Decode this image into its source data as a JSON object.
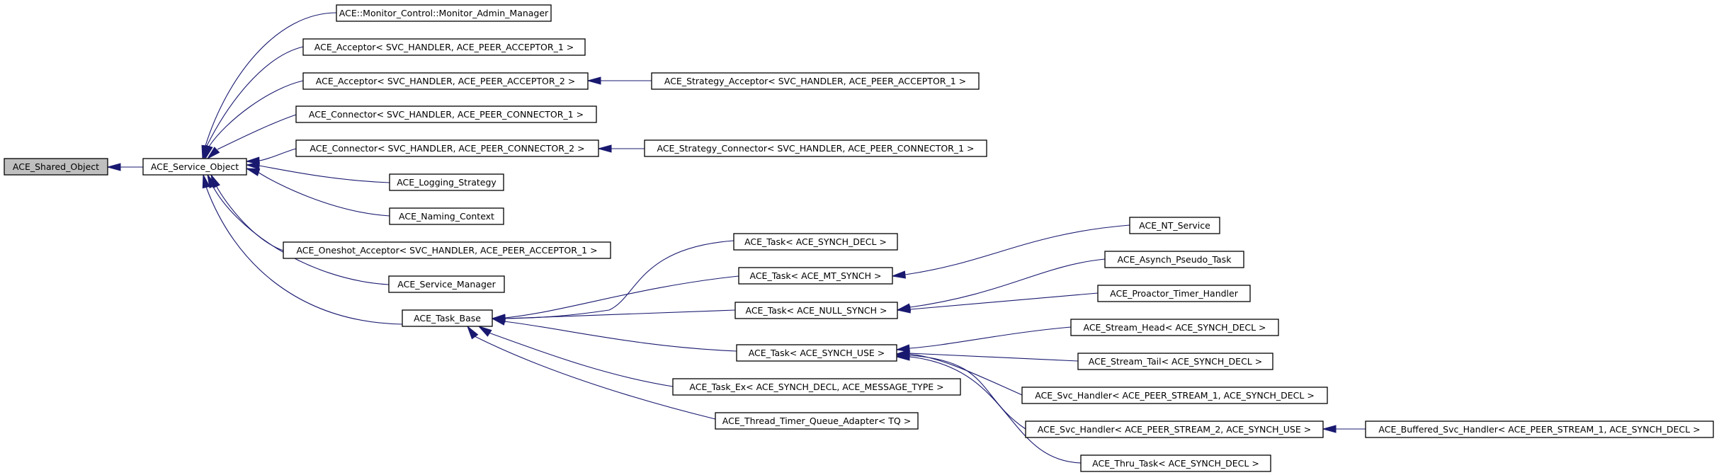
{
  "diagram": {
    "kind": "class-inheritance-graph",
    "colors": {
      "edge": "#191970",
      "node_fill": "#ffffff",
      "root_fill": "#bfbfbf",
      "border": "#000000"
    },
    "nodes": [
      {
        "id": "shared_object",
        "label": "ACE_Shared_Object",
        "highlighted": true
      },
      {
        "id": "service_object",
        "label": "ACE_Service_Object"
      },
      {
        "id": "monitor_admin_manager",
        "label": "ACE::Monitor_Control::Monitor_Admin_Manager"
      },
      {
        "id": "acceptor_1",
        "label": "ACE_Acceptor< SVC_HANDLER, ACE_PEER_ACCEPTOR_1 >"
      },
      {
        "id": "acceptor_2",
        "label": "ACE_Acceptor< SVC_HANDLER, ACE_PEER_ACCEPTOR_2 >"
      },
      {
        "id": "strategy_acceptor",
        "label": "ACE_Strategy_Acceptor< SVC_HANDLER, ACE_PEER_ACCEPTOR_1 >"
      },
      {
        "id": "connector_1",
        "label": "ACE_Connector< SVC_HANDLER, ACE_PEER_CONNECTOR_1 >"
      },
      {
        "id": "connector_2",
        "label": "ACE_Connector< SVC_HANDLER, ACE_PEER_CONNECTOR_2 >"
      },
      {
        "id": "strategy_connector",
        "label": "ACE_Strategy_Connector< SVC_HANDLER, ACE_PEER_CONNECTOR_1 >"
      },
      {
        "id": "logging_strategy",
        "label": "ACE_Logging_Strategy"
      },
      {
        "id": "naming_context",
        "label": "ACE_Naming_Context"
      },
      {
        "id": "oneshot_acceptor",
        "label": "ACE_Oneshot_Acceptor< SVC_HANDLER, ACE_PEER_ACCEPTOR_1 >"
      },
      {
        "id": "service_manager",
        "label": "ACE_Service_Manager"
      },
      {
        "id": "task_base",
        "label": "ACE_Task_Base"
      },
      {
        "id": "task_synch_decl",
        "label": "ACE_Task< ACE_SYNCH_DECL >"
      },
      {
        "id": "task_mt_synch",
        "label": "ACE_Task< ACE_MT_SYNCH >"
      },
      {
        "id": "task_null_synch",
        "label": "ACE_Task< ACE_NULL_SYNCH >"
      },
      {
        "id": "task_synch_use",
        "label": "ACE_Task< ACE_SYNCH_USE >"
      },
      {
        "id": "task_ex",
        "label": "ACE_Task_Ex< ACE_SYNCH_DECL, ACE_MESSAGE_TYPE >"
      },
      {
        "id": "thread_timer_queue_adapter",
        "label": "ACE_Thread_Timer_Queue_Adapter< TQ >"
      },
      {
        "id": "nt_service",
        "label": "ACE_NT_Service"
      },
      {
        "id": "asynch_pseudo_task",
        "label": "ACE_Asynch_Pseudo_Task"
      },
      {
        "id": "proactor_timer_handler",
        "label": "ACE_Proactor_Timer_Handler"
      },
      {
        "id": "stream_head",
        "label": "ACE_Stream_Head< ACE_SYNCH_DECL >"
      },
      {
        "id": "stream_tail",
        "label": "ACE_Stream_Tail< ACE_SYNCH_DECL >"
      },
      {
        "id": "svc_handler_1",
        "label": "ACE_Svc_Handler< ACE_PEER_STREAM_1, ACE_SYNCH_DECL >"
      },
      {
        "id": "svc_handler_2",
        "label": "ACE_Svc_Handler< ACE_PEER_STREAM_2, ACE_SYNCH_USE >"
      },
      {
        "id": "buffered_svc_handler",
        "label": "ACE_Buffered_Svc_Handler< ACE_PEER_STREAM_1, ACE_SYNCH_DECL >"
      },
      {
        "id": "thru_task",
        "label": "ACE_Thru_Task< ACE_SYNCH_DECL >"
      }
    ],
    "edges": [
      {
        "from": "service_object",
        "to": "shared_object"
      },
      {
        "from": "monitor_admin_manager",
        "to": "service_object"
      },
      {
        "from": "acceptor_1",
        "to": "service_object"
      },
      {
        "from": "acceptor_2",
        "to": "service_object"
      },
      {
        "from": "strategy_acceptor",
        "to": "acceptor_2"
      },
      {
        "from": "connector_1",
        "to": "service_object"
      },
      {
        "from": "connector_2",
        "to": "service_object"
      },
      {
        "from": "strategy_connector",
        "to": "connector_2"
      },
      {
        "from": "logging_strategy",
        "to": "service_object"
      },
      {
        "from": "naming_context",
        "to": "service_object"
      },
      {
        "from": "oneshot_acceptor",
        "to": "service_object"
      },
      {
        "from": "service_manager",
        "to": "service_object"
      },
      {
        "from": "task_base",
        "to": "service_object"
      },
      {
        "from": "task_synch_decl",
        "to": "task_base"
      },
      {
        "from": "task_mt_synch",
        "to": "task_base"
      },
      {
        "from": "task_null_synch",
        "to": "task_base"
      },
      {
        "from": "task_synch_use",
        "to": "task_base"
      },
      {
        "from": "task_ex",
        "to": "task_base"
      },
      {
        "from": "thread_timer_queue_adapter",
        "to": "task_base"
      },
      {
        "from": "nt_service",
        "to": "task_mt_synch"
      },
      {
        "from": "asynch_pseudo_task",
        "to": "task_null_synch"
      },
      {
        "from": "proactor_timer_handler",
        "to": "task_null_synch"
      },
      {
        "from": "stream_head",
        "to": "task_synch_use"
      },
      {
        "from": "stream_tail",
        "to": "task_synch_use"
      },
      {
        "from": "svc_handler_1",
        "to": "task_synch_use"
      },
      {
        "from": "svc_handler_2",
        "to": "task_synch_use"
      },
      {
        "from": "thru_task",
        "to": "task_synch_use"
      },
      {
        "from": "buffered_svc_handler",
        "to": "svc_handler_2"
      }
    ]
  }
}
